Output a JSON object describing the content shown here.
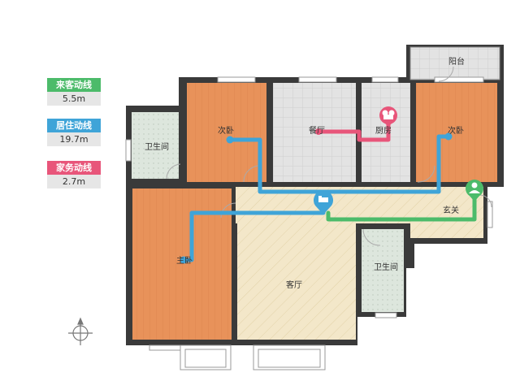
{
  "legend": [
    {
      "label": "来客动线",
      "value": "5.5m",
      "color": "#4cbb6a"
    },
    {
      "label": "居住动线",
      "value": "19.7m",
      "color": "#3fa4d8"
    },
    {
      "label": "家务动线",
      "value": "2.7m",
      "color": "#e8557a"
    }
  ],
  "rooms": {
    "balcony": "阳台",
    "bedroom_top_left": "次卧",
    "dining": "餐厅",
    "kitchen": "厨房",
    "bedroom_top_right": "次卧",
    "bathroom_left": "卫生间",
    "entrance": "玄关",
    "master_bedroom": "主卧",
    "bathroom_right": "卫生间",
    "living_room": "客厅"
  },
  "colors": {
    "wall": "#3a3a3a",
    "wood": "#e8925a",
    "tile": "#d9d9d9",
    "living": "#f2e6c8",
    "guest_route": "#4cbb6a",
    "living_route": "#3fa4d8",
    "chores_route": "#e8557a"
  },
  "icons": [
    "compass-icon",
    "bed-icon",
    "chef-hat-icon",
    "guest-person-icon"
  ]
}
